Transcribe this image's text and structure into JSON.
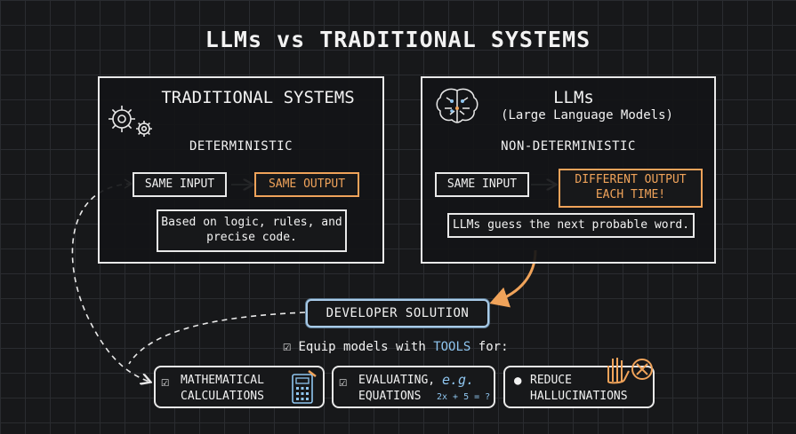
{
  "title": "LLMs vs TRADITIONAL SYSTEMS",
  "traditional": {
    "title": "TRADITIONAL SYSTEMS",
    "label": "DETERMINISTIC",
    "input": "SAME INPUT",
    "output": "SAME OUTPUT",
    "note_line1": "Based on logic, rules, and",
    "note_line2": "precise code."
  },
  "llms": {
    "title": "LLMs",
    "subtitle": "(Large Language Models)",
    "label": "NON-DETERMINISTIC",
    "input": "SAME INPUT",
    "output_line1": "DIFFERENT OUTPUT",
    "output_line2": "EACH TIME!",
    "note": "LLMs guess the next probable word."
  },
  "solution": {
    "label": "DEVELOPER SOLUTION",
    "equip_prefix": "Equip models with",
    "equip_tools": "TOOLS",
    "equip_suffix": "for:"
  },
  "tools": [
    {
      "line1": "MATHEMATICAL",
      "line2": "CALCULATIONS"
    },
    {
      "line1": "EVALUATING,",
      "line2": "EQUATIONS",
      "example_label": "e.g.",
      "example": "2x + 5 = ?"
    },
    {
      "line1": "REDUCE",
      "line2": "HALLUCINATIONS"
    }
  ],
  "colors": {
    "accent_orange": "#f0a35a",
    "accent_blue": "#8fc6f0",
    "stroke": "#e9e9e9"
  }
}
